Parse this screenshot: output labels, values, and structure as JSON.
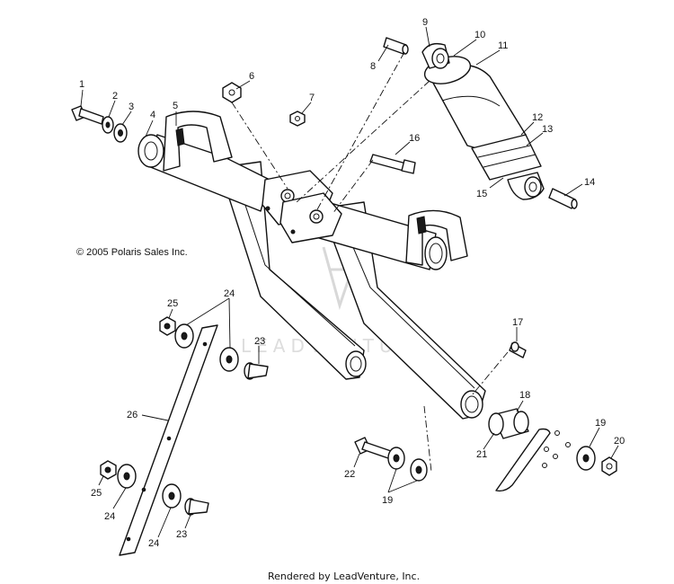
{
  "copyright": "© 2005 Polaris Sales Inc.",
  "footer": "Rendered by LeadVenture, Inc.",
  "watermark": "LEADVENTURE",
  "callouts": [
    {
      "id": "c1",
      "text": "1"
    },
    {
      "id": "c2",
      "text": "2"
    },
    {
      "id": "c3",
      "text": "3"
    },
    {
      "id": "c4",
      "text": "4"
    },
    {
      "id": "c5",
      "text": "5"
    },
    {
      "id": "c6",
      "text": "6"
    },
    {
      "id": "c7",
      "text": "7"
    },
    {
      "id": "c8",
      "text": "8"
    },
    {
      "id": "c9",
      "text": "9"
    },
    {
      "id": "c10",
      "text": "10"
    },
    {
      "id": "c11",
      "text": "11"
    },
    {
      "id": "c12",
      "text": "12"
    },
    {
      "id": "c13",
      "text": "13"
    },
    {
      "id": "c14",
      "text": "14"
    },
    {
      "id": "c15",
      "text": "15"
    },
    {
      "id": "c16",
      "text": "16"
    },
    {
      "id": "c17",
      "text": "17"
    },
    {
      "id": "c18",
      "text": "18"
    },
    {
      "id": "c19a",
      "text": "19"
    },
    {
      "id": "c19b",
      "text": "19"
    },
    {
      "id": "c20",
      "text": "20"
    },
    {
      "id": "c21",
      "text": "21"
    },
    {
      "id": "c22",
      "text": "22"
    },
    {
      "id": "c23a",
      "text": "23"
    },
    {
      "id": "c23b",
      "text": "23"
    },
    {
      "id": "c24a",
      "text": "24"
    },
    {
      "id": "c24b",
      "text": "24"
    },
    {
      "id": "c24c",
      "text": "24"
    },
    {
      "id": "c25a",
      "text": "25"
    },
    {
      "id": "c25b",
      "text": "25"
    },
    {
      "id": "c26",
      "text": "26"
    }
  ]
}
